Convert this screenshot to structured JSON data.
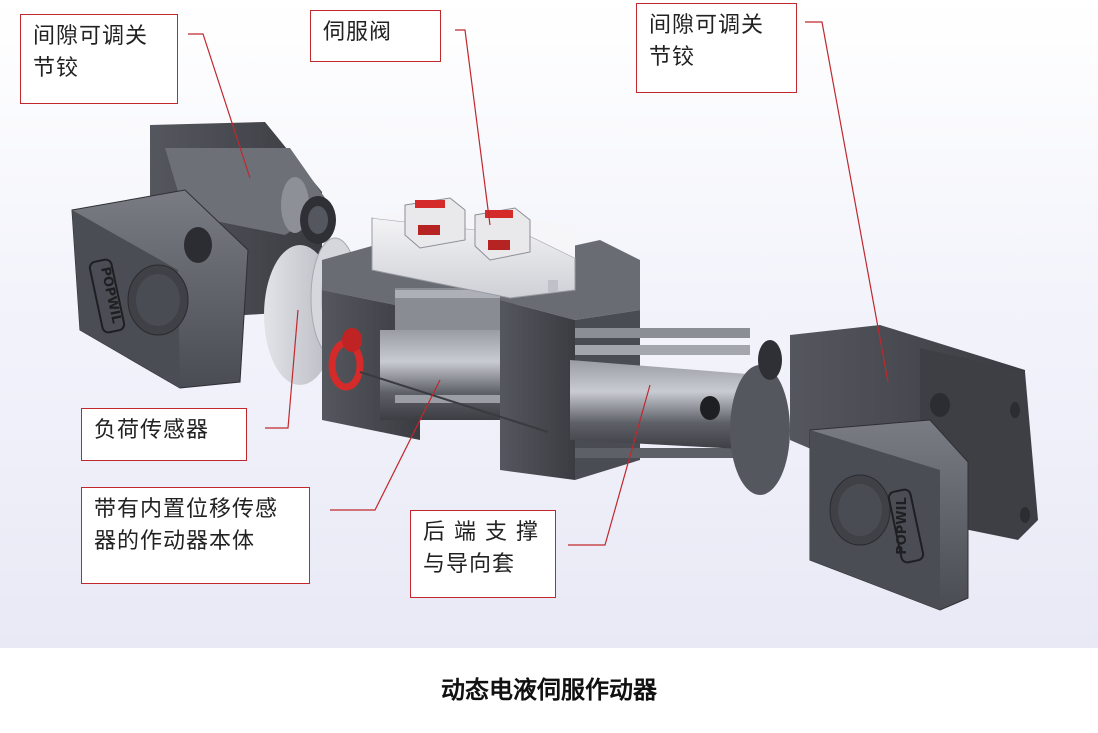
{
  "callouts": {
    "hinge_left": "间隙可调关\n节铰",
    "servo_valve": "伺服阀",
    "hinge_right": "间隙可调关\n节铰",
    "load_sensor": "负荷传感器",
    "actuator_body": "带有内置位移传感\n器的作动器本体",
    "rear_support": "后 端 支 撑\n与导向套"
  },
  "caption": "动态电液伺服作动器",
  "brand_mark": "POPWIL",
  "colors": {
    "leader_line": "#c0282d",
    "body_gray": "#5a5c63",
    "dark_gray": "#3d3f45",
    "highlight_red": "#d42a2a"
  }
}
